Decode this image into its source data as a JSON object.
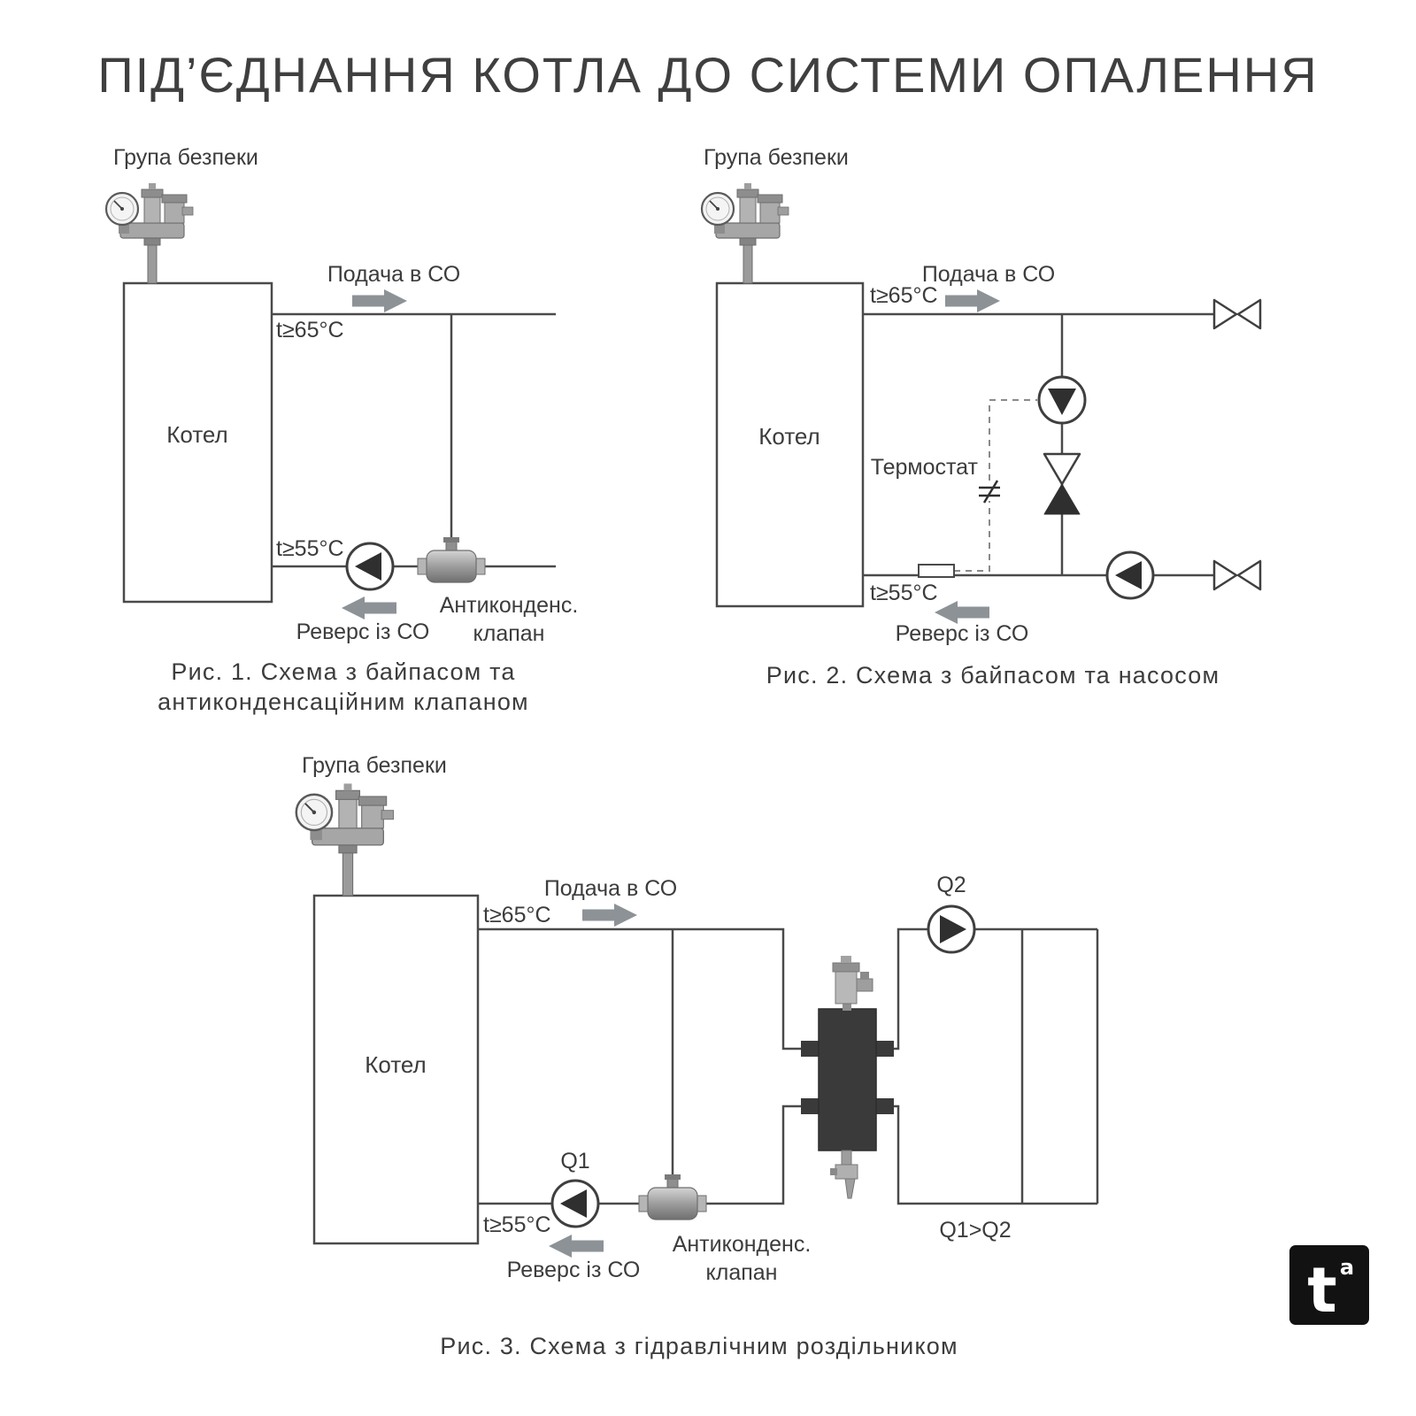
{
  "page": {
    "title": "ПІД’ЄДНАННЯ КОТЛА ДО СИСТЕМИ ОПАЛЕННЯ"
  },
  "figure1": {
    "safety_group_label": "Група безпеки",
    "boiler_label": "Котел",
    "supply_label": "Подача в СО",
    "supply_temp": "t≥65°C",
    "return_temp": "t≥55°C",
    "return_label": "Реверс із СО",
    "valve_label_line1": "Антиконденс.",
    "valve_label_line2": "клапан",
    "caption_line1": "Рис. 1. Схема з байпасом та",
    "caption_line2": "антиконденсаційним клапаном"
  },
  "figure2": {
    "safety_group_label": "Група безпеки",
    "boiler_label": "Котел",
    "supply_label": "Подача в СО",
    "supply_temp": "t≥65°C",
    "return_temp": "t≥55°C",
    "thermostat_label": "Термостат",
    "return_label": "Реверс із СО",
    "caption": "Рис. 2. Схема з байпасом та насосом"
  },
  "figure3": {
    "safety_group_label": "Група безпеки",
    "boiler_label": "Котел",
    "supply_label": "Подача в СО",
    "supply_temp": "t≥65°C",
    "return_temp": "t≥55°C",
    "pump1_label": "Q1",
    "pump2_label": "Q2",
    "flow_relation": "Q1>Q2",
    "return_label": "Реверс із СО",
    "valve_label_line1": "Антиконденс.",
    "valve_label_line2": "клапан",
    "caption": "Рис. 3. Схема з гідравлічним роздільником"
  },
  "logo": {
    "letter": "t",
    "superscript": "a"
  },
  "colors": {
    "pipe": "#4a4a4a",
    "flow_arrow": "#8d9297",
    "dark_fill": "#2f2f2f",
    "separator_fill": "#3a3a3a",
    "text": "#3c3c3c"
  }
}
